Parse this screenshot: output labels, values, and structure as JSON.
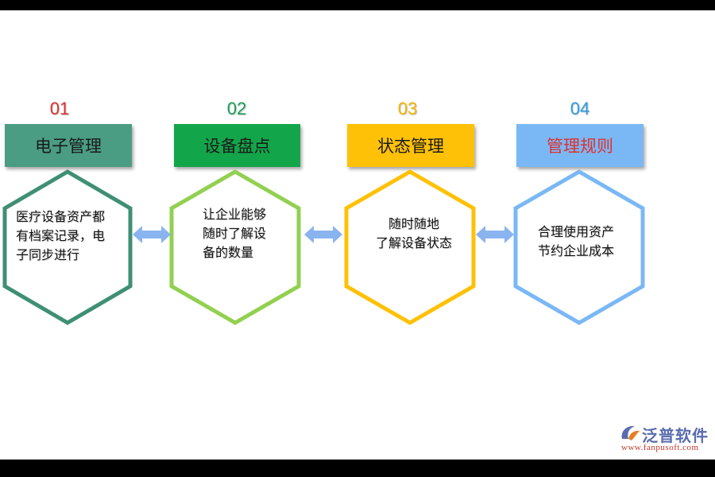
{
  "steps": [
    {
      "num": "01",
      "title": "电子管理",
      "lines": [
        "医疗设备资产都",
        "有档案记录，电",
        "子同步进行"
      ],
      "num_color": "#e0302e",
      "box_color": "#4a9c82",
      "title_color": "#1a1a1a",
      "hex_color": "#3f8f75"
    },
    {
      "num": "02",
      "title": "设备盘点",
      "lines": [
        "让企业能够",
        "随时了解设",
        "备的数量"
      ],
      "num_color": "#1aa05a",
      "box_color": "#12a54a",
      "title_color": "#1a1a1a",
      "hex_color": "#92d050"
    },
    {
      "num": "03",
      "title": "状态管理",
      "lines": [
        "随时随地",
        "了解设备状态"
      ],
      "num_color": "#f4b400",
      "box_color": "#fec107",
      "title_color": "#1a1a1a",
      "hex_color": "#fec107"
    },
    {
      "num": "04",
      "title": "管理规则",
      "lines": [
        "合理使用资产",
        "节约企业成本"
      ],
      "num_color": "#2e9be0",
      "box_color": "#7ab8f5",
      "title_color": "#e0302e",
      "hex_color": "#7ab8f5"
    }
  ],
  "connector_color": "#8ab4f0",
  "logo": {
    "name": "泛普软件",
    "url": "www.fanpusoft.com"
  }
}
